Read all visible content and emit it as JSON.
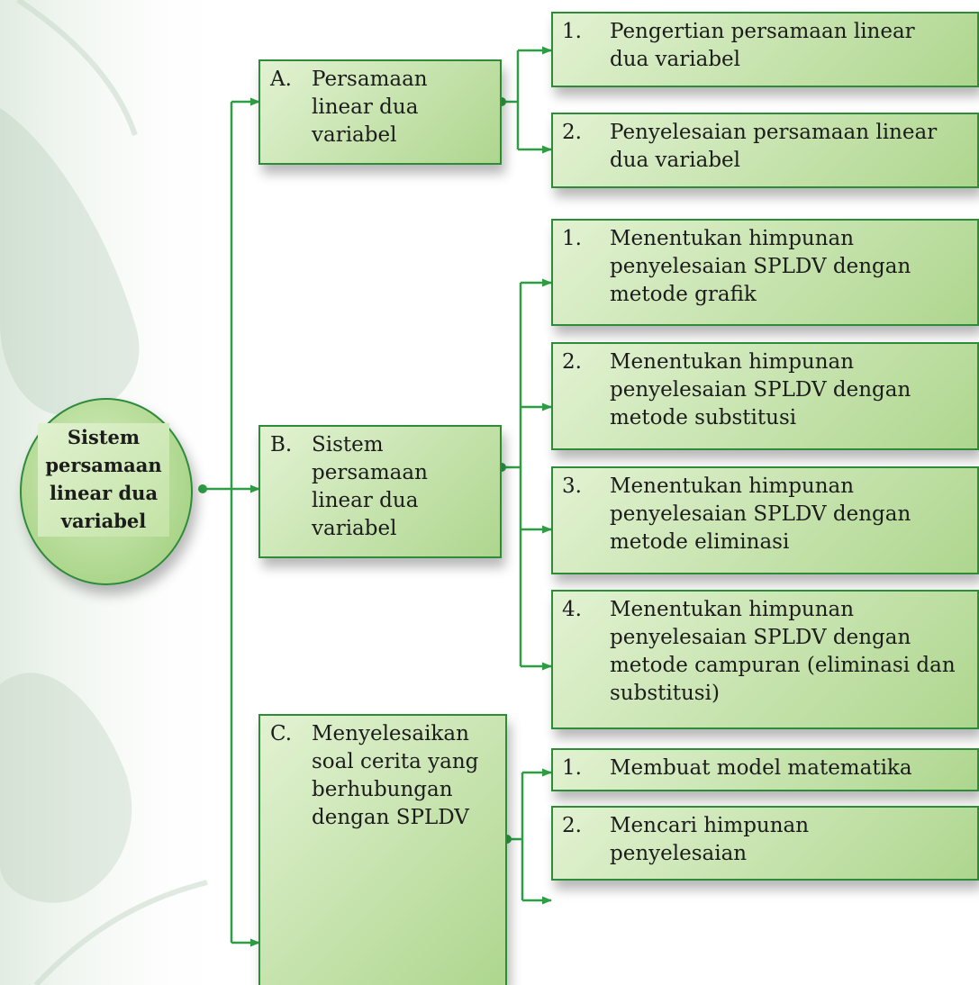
{
  "root": {
    "label": "Sistem persamaan linear dua variabel"
  },
  "sections": [
    {
      "letter": "A.",
      "label": "Persamaan linear dua variabel",
      "items": [
        {
          "num": "1.",
          "label": "Pengertian persamaan linear dua variabel"
        },
        {
          "num": "2.",
          "label": "Penyelesaian persamaan linear dua variabel"
        }
      ]
    },
    {
      "letter": "B.",
      "label": "Sistem persamaan linear dua variabel",
      "items": [
        {
          "num": "1.",
          "label": "Menentukan himpunan penyelesaian SPLDV dengan metode grafik"
        },
        {
          "num": "2.",
          "label": "Menentukan himpunan penyelesaian SPLDV dengan metode substitusi"
        },
        {
          "num": "3.",
          "label": "Menentukan himpunan penyelesaian SPLDV dengan metode eliminasi"
        },
        {
          "num": "4.",
          "label": "Menentukan himpunan penyelesaian SPLDV dengan metode campuran (eliminasi dan substitusi)"
        }
      ]
    },
    {
      "letter": "C.",
      "label": "Menyelesaikan soal cerita yang berhubungan dengan SPLDV",
      "items": [
        {
          "num": "1.",
          "label": "Membuat model matematika"
        },
        {
          "num": "2.",
          "label": "Mencari himpunan penyelesaian"
        }
      ]
    }
  ],
  "colors": {
    "connector": "#2e9e44",
    "box_border": "#2e8b3a",
    "box_fill_light": "#e2f2d2",
    "box_fill_dark": "#aed68e"
  }
}
